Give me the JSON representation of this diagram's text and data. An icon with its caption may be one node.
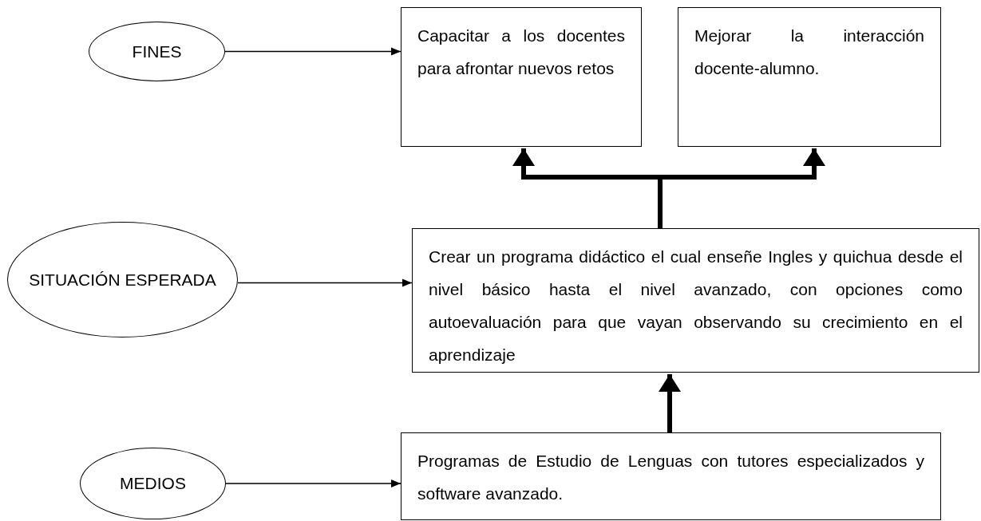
{
  "diagram": {
    "nodes": [
      {
        "text": [
          "FINES"
        ]
      },
      {
        "text": [
          "Capacitar a los docentes para afrontar nuevos retos"
        ]
      },
      {
        "text": [
          "Mejorar la interacción docente-alumno."
        ]
      },
      {
        "text": [
          "SITUACIÓN ESPERADA"
        ]
      },
      {
        "text": [
          "Crear un programa didáctico el cual enseñe Ingles y quichua desde el nivel básico hasta el nivel avanzado, con opciones como autoevaluación para que vayan observando su crecimiento en el aprendizaje"
        ]
      },
      {
        "text": [
          "MEDIOS"
        ]
      },
      {
        "text": [
          "Programas de Estudio de Lenguas con tutores especializados y software avanzado."
        ]
      }
    ],
    "edges": [
      {
        "from": 0,
        "to": 1,
        "arrow": "to"
      },
      {
        "from": 3,
        "to": 4,
        "arrow": "to"
      },
      {
        "from": 5,
        "to": 6,
        "arrow": "to"
      },
      {
        "from": 4,
        "to": 1,
        "arrow": "to",
        "style": "thick"
      },
      {
        "from": 4,
        "to": 2,
        "arrow": "to",
        "style": "thick"
      },
      {
        "from": 6,
        "to": 4,
        "arrow": "to",
        "style": "thick"
      }
    ]
  }
}
